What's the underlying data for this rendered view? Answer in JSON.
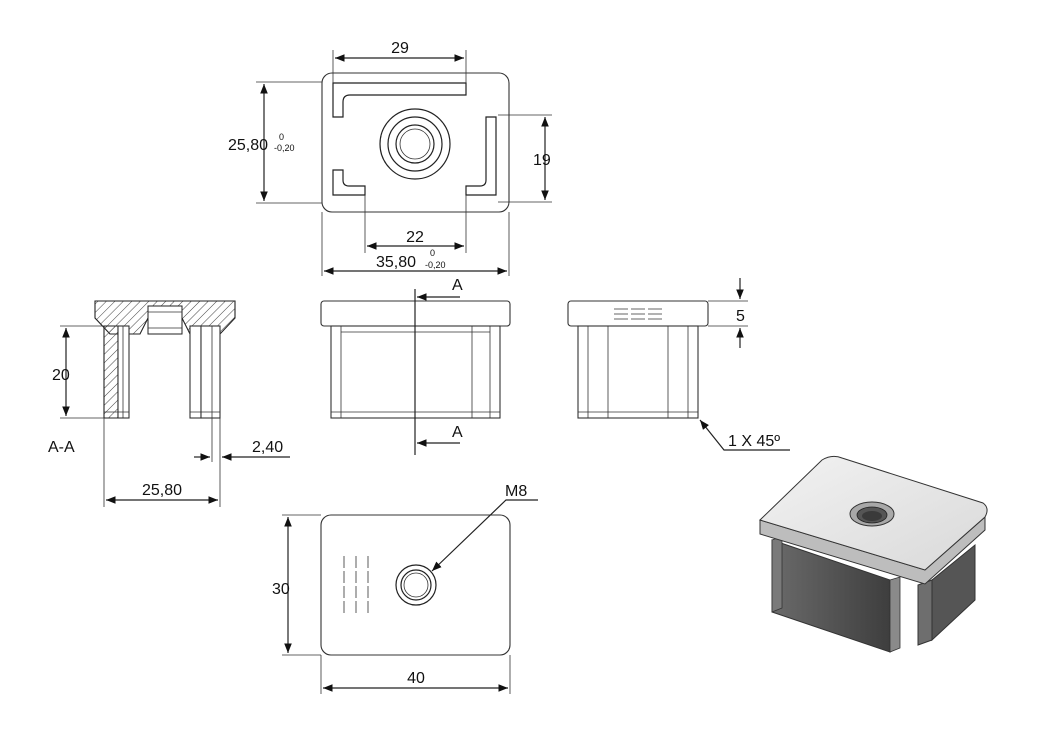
{
  "dimensions": {
    "top_width": "29",
    "height_main": "25,80",
    "height_tol_upper": "0",
    "height_tol_lower": "-0,20",
    "side_height": "19",
    "inner_width": "22",
    "overall_width": "35,80",
    "overall_tol_upper": "0",
    "overall_tol_lower": "-0,20",
    "section_height": "20",
    "wall": "2,40",
    "section_width": "25,80",
    "cap_thickness": "5",
    "chamfer": "1 X 45º",
    "bottom_height": "30",
    "bottom_width": "40",
    "thread": "M8"
  },
  "labels": {
    "section_marker_top": "A",
    "section_marker_bottom": "A",
    "section_name": "A-A"
  },
  "colors": {
    "line": "#222222",
    "hatch": "#444444",
    "iso_top": "#e8e8e8",
    "iso_side_dark": "#5a5a5a",
    "iso_side_mid": "#8a8a8a"
  }
}
